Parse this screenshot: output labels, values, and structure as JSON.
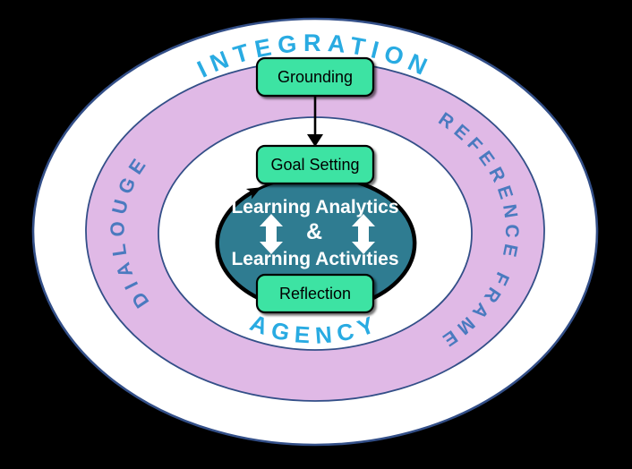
{
  "labels": {
    "top": "INTEGRATION",
    "right": "REFERENCE FRAME",
    "left": "DIALOUGE",
    "bottom": "AGENCY"
  },
  "boxes": {
    "grounding": "Grounding",
    "goal_setting": "Goal Setting",
    "reflection": "Reflection"
  },
  "center": {
    "line1": "Learning Analytics",
    "ampersand": "&",
    "line2": "Learning Activities"
  },
  "icons": {
    "down_arrow": "grounding-to-goal-arrow",
    "cycle_left": "cycle-arrow-up-left",
    "cycle_right": "cycle-arrow-down-right",
    "double_arrow_left": "double-arrow-icon",
    "double_arrow_right": "double-arrow-icon"
  },
  "colors": {
    "background": "#000000",
    "outer_fill": "#ffffff",
    "ring_stroke": "#334f88",
    "pink_fill": "#e0b9e6",
    "inner_fill": "#ffffff",
    "teal_fill": "#2f7c91",
    "box_fill": "#3ee3a3",
    "box_stroke": "#000000",
    "light_blue": "#29abe2",
    "steel_blue": "#4a7abf",
    "white_text": "#ffffff",
    "black_arrow": "#000000"
  }
}
